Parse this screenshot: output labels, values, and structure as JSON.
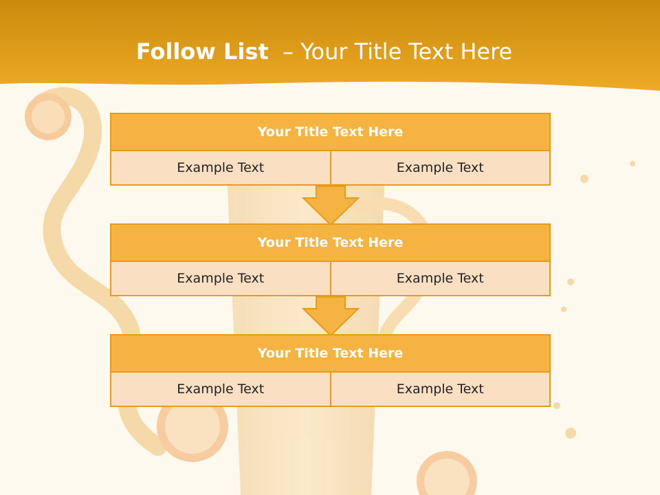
{
  "slide": {
    "title_bold": "Follow List",
    "title_rest": "– Your Title Text Here",
    "blocks": [
      {
        "title": "Your Title Text Here",
        "left": "Example Text",
        "right": "Example Text"
      },
      {
        "title": "Your Title Text Here",
        "left": "Example Text",
        "right": "Example Text"
      },
      {
        "title": "Your Title Text Here",
        "left": "Example Text",
        "right": "Example Text"
      }
    ]
  },
  "colors": {
    "header_band": "#e8a420",
    "block_title_fill": "#f5b441",
    "block_cell_fill": "#fbdfc3",
    "border": "#e89b1a",
    "arrow_fill": "#f5b441"
  }
}
